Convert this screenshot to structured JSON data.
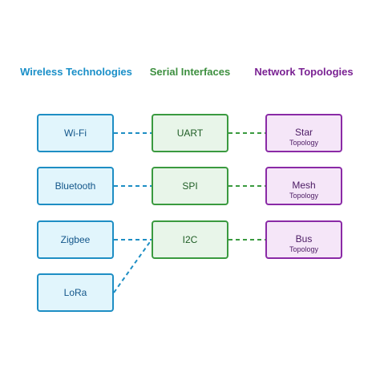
{
  "headers": {
    "wireless": "Wireless Technologies",
    "serial": "Serial Interfaces",
    "topology": "Network Topologies"
  },
  "colors": {
    "wireless_border": "#1e8ec4",
    "wireless_fill": "#e1f5fc",
    "wireless_header": "#1a8fc8",
    "serial_border": "#3a9a3f",
    "serial_fill": "#e8f5e9",
    "serial_header": "#3d8f3f",
    "topology_border": "#8a2aa6",
    "topology_fill": "#f5e6f8",
    "topology_header": "#7a2293"
  },
  "wireless": [
    {
      "label": "Wi-Fi"
    },
    {
      "label": "Bluetooth"
    },
    {
      "label": "Zigbee"
    },
    {
      "label": "LoRa"
    }
  ],
  "serial": [
    {
      "label": "UART"
    },
    {
      "label": "SPI"
    },
    {
      "label": "I2C"
    }
  ],
  "topology": [
    {
      "label": "Star",
      "sub": "Topology"
    },
    {
      "label": "Mesh",
      "sub": "Topology"
    },
    {
      "label": "Bus",
      "sub": "Topology"
    }
  ],
  "links": [
    {
      "from": "wireless.0",
      "to": "serial.0",
      "style": "blue-dashed"
    },
    {
      "from": "wireless.1",
      "to": "serial.1",
      "style": "blue-dashed"
    },
    {
      "from": "wireless.2",
      "to": "serial.2",
      "style": "blue-dashed"
    },
    {
      "from": "wireless.3",
      "to": "serial.2",
      "style": "blue-dashed"
    },
    {
      "from": "serial.0",
      "to": "topology.0",
      "style": "green-dashed"
    },
    {
      "from": "serial.1",
      "to": "topology.1",
      "style": "green-dashed"
    },
    {
      "from": "serial.2",
      "to": "topology.2",
      "style": "green-dashed"
    }
  ]
}
